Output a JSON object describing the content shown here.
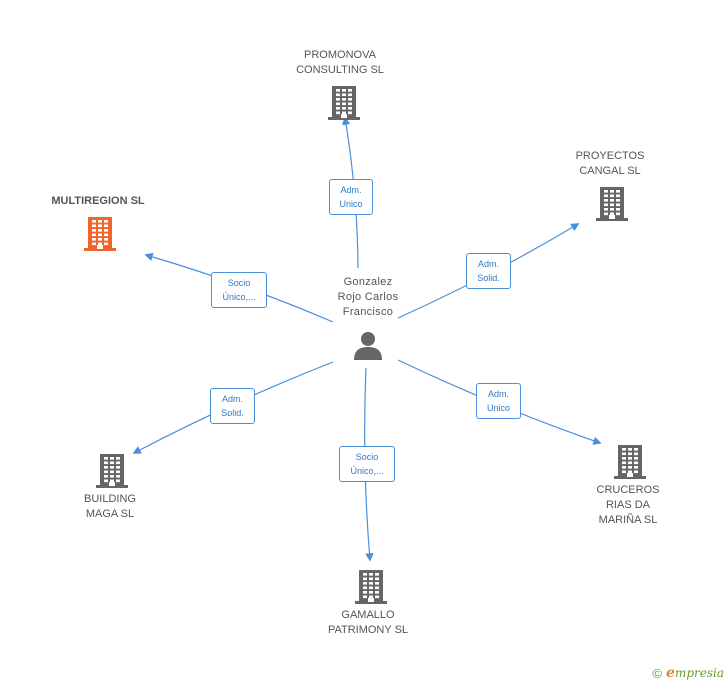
{
  "center": {
    "lines": [
      "Gonzalez",
      "Rojo Carlos",
      "Francisco"
    ],
    "icon": "person-icon"
  },
  "nodes": [
    {
      "id": "promonova",
      "lines": [
        "PROMONOVA",
        "CONSULTING SL"
      ],
      "icon": "building-icon",
      "color": "#666666",
      "highlight": false
    },
    {
      "id": "proyectos",
      "lines": [
        "PROYECTOS",
        "CANGAL SL"
      ],
      "icon": "building-icon",
      "color": "#666666",
      "highlight": false
    },
    {
      "id": "multiregion",
      "lines": [
        "MULTIREGION SL"
      ],
      "icon": "building-icon",
      "color": "#f0642d",
      "highlight": true
    },
    {
      "id": "building",
      "lines": [
        "BUILDING",
        "MAGA SL"
      ],
      "icon": "building-icon",
      "color": "#666666",
      "highlight": false
    },
    {
      "id": "gamallo",
      "lines": [
        "GAMALLO",
        "PATRIMONY  SL"
      ],
      "icon": "building-icon",
      "color": "#666666",
      "highlight": false
    },
    {
      "id": "cruceros",
      "lines": [
        "CRUCEROS",
        "RIAS DA",
        "MARIÑA SL"
      ],
      "icon": "building-icon",
      "color": "#666666",
      "highlight": false
    }
  ],
  "edges": [
    {
      "to": "promonova",
      "lines": [
        "Adm.",
        "Unico"
      ]
    },
    {
      "to": "proyectos",
      "lines": [
        "Adm.",
        "Solid."
      ]
    },
    {
      "to": "multiregion",
      "lines": [
        "Socio",
        "Único,..."
      ]
    },
    {
      "to": "building",
      "lines": [
        "Adm.",
        "Solid."
      ]
    },
    {
      "to": "gamallo",
      "lines": [
        "Socio",
        "Único,..."
      ]
    },
    {
      "to": "cruceros",
      "lines": [
        "Adm.",
        "Unico"
      ]
    }
  ],
  "colors": {
    "edge": "#4a90d9",
    "edge_text": "#2f7bc4",
    "icon": "#666666",
    "highlight": "#f0642d"
  },
  "footer": {
    "copyright_symbol": "©",
    "brand_initial": "e",
    "brand_rest": "mpresia"
  }
}
